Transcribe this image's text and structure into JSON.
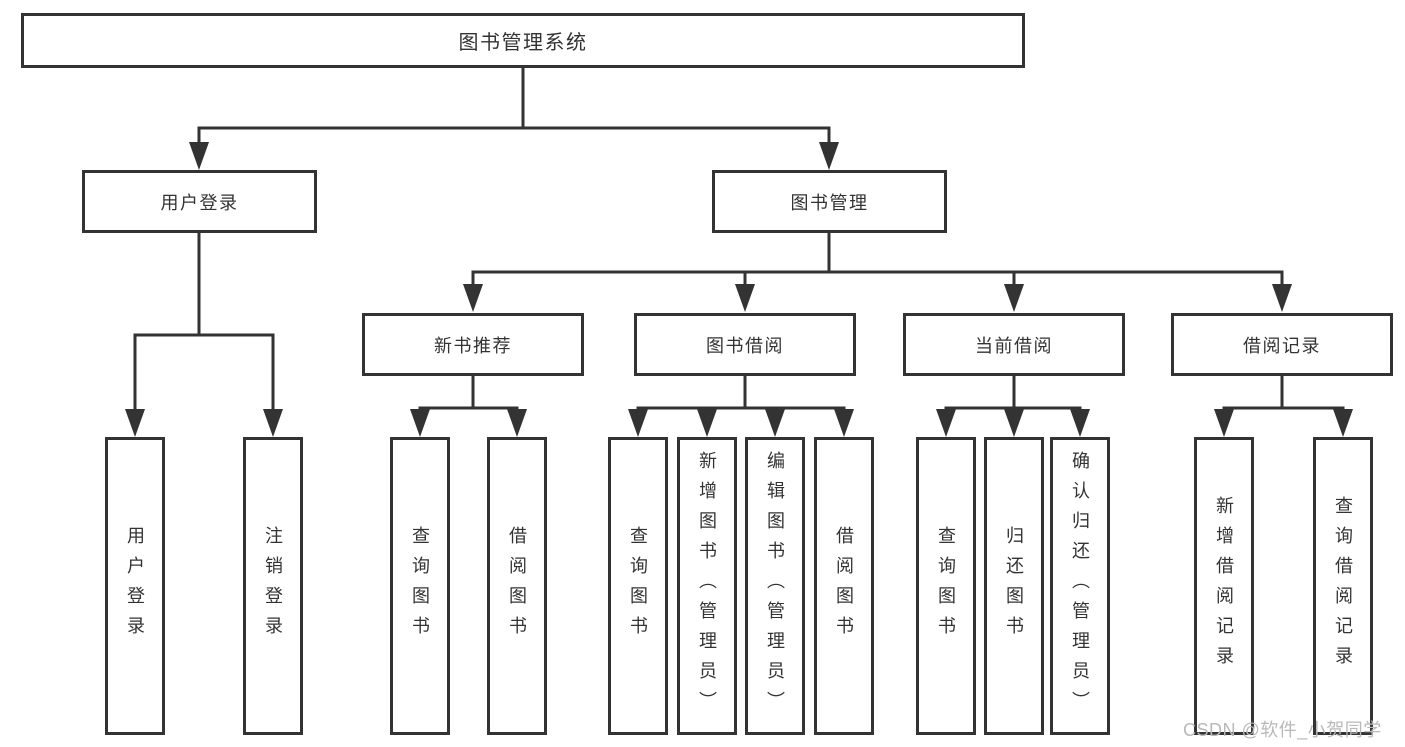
{
  "diagram": {
    "root": "图书管理系统",
    "level1": [
      "用户登录",
      "图书管理"
    ],
    "level2": [
      "新书推荐",
      "图书借阅",
      "当前借阅",
      "借阅记录"
    ],
    "leaves": {
      "g1": [
        "用户登录",
        "注销登录"
      ],
      "g2": [
        "查询图书",
        "借阅图书"
      ],
      "g3": [
        "查询图书",
        "新增图书（管理员）",
        "编辑图书（管理员）",
        "借阅图书"
      ],
      "g4": [
        "查询图书",
        "归还图书",
        "确认归还（管理员）"
      ],
      "g5": [
        "新增借阅记录",
        "查询借阅记录"
      ]
    }
  },
  "watermark": "CSDN @软件_小贺同学",
  "colors": {
    "line": "#333333",
    "text": "#333333",
    "watermark_text": "#b9b9b9",
    "background": "#ffffff"
  }
}
